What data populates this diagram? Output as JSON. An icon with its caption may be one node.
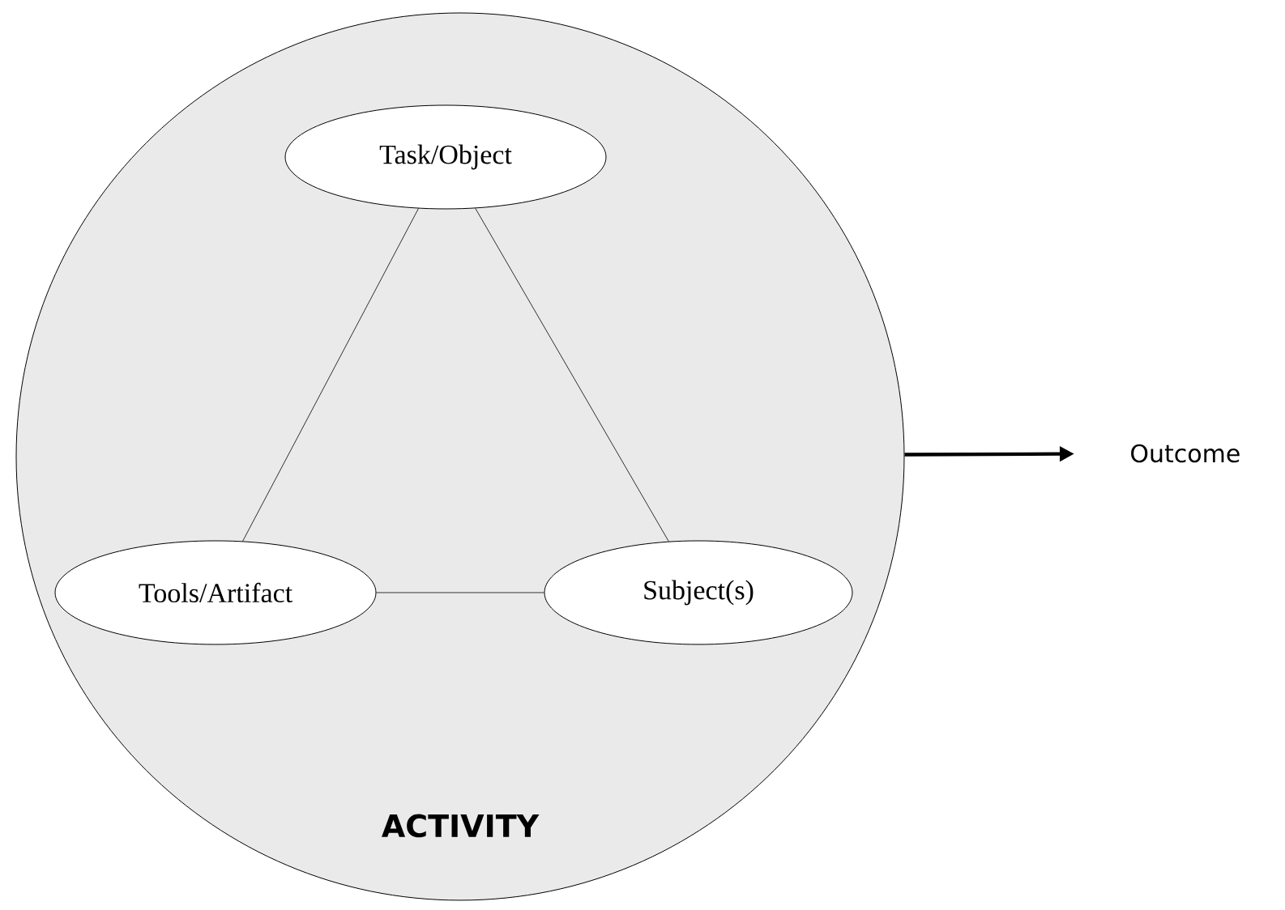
{
  "diagram": {
    "nodes": [
      {
        "text": [
          "ACTIVITY"
        ]
      },
      {
        "text": [
          "Task/Object"
        ],
        "in": 0
      },
      {
        "text": [
          "Tools/Artifact"
        ],
        "in": 0
      },
      {
        "text": [
          "Subject(s)"
        ],
        "in": 0
      },
      {
        "text": [
          "Outcome"
        ]
      }
    ],
    "edges": [
      {
        "from": 1,
        "to": 2,
        "arrow": "none"
      },
      {
        "from": 1,
        "to": 3,
        "arrow": "none"
      },
      {
        "from": 2,
        "to": 3,
        "arrow": "none"
      },
      {
        "from": 0,
        "to": 4,
        "arrow": "to",
        "style": "thick"
      }
    ]
  }
}
